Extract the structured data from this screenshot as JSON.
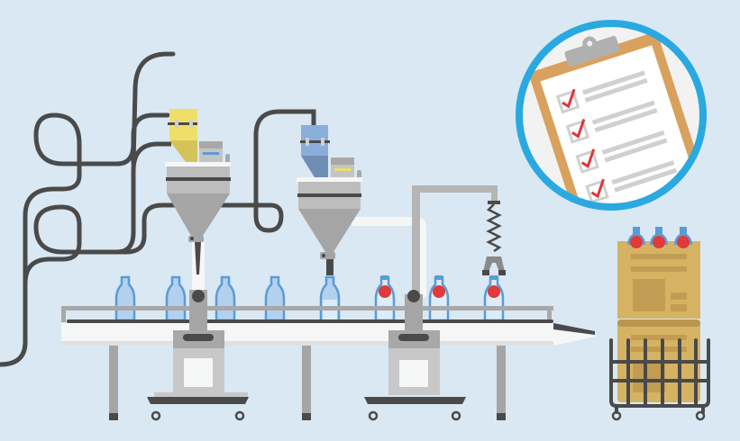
{
  "scene": {
    "subject": "bottle-filling-production-line",
    "colors": {
      "background": "#d9e8f3",
      "cable": "#4a4a4a",
      "hopper_gray": "#bdbdbd",
      "yellow_bin": "#efdf6a",
      "blue_bin": "#8aaed9",
      "bottle_fill": "#b3d1ee",
      "bottle_outline": "#5b9bd5",
      "cap_red": "#e03a3a",
      "box_tan": "#d6b362",
      "badge_ring": "#2aa9e0",
      "clipboard": "#d9a15e",
      "check_red": "#e0353a"
    },
    "checklist": {
      "items": 4,
      "checked": 4
    }
  }
}
